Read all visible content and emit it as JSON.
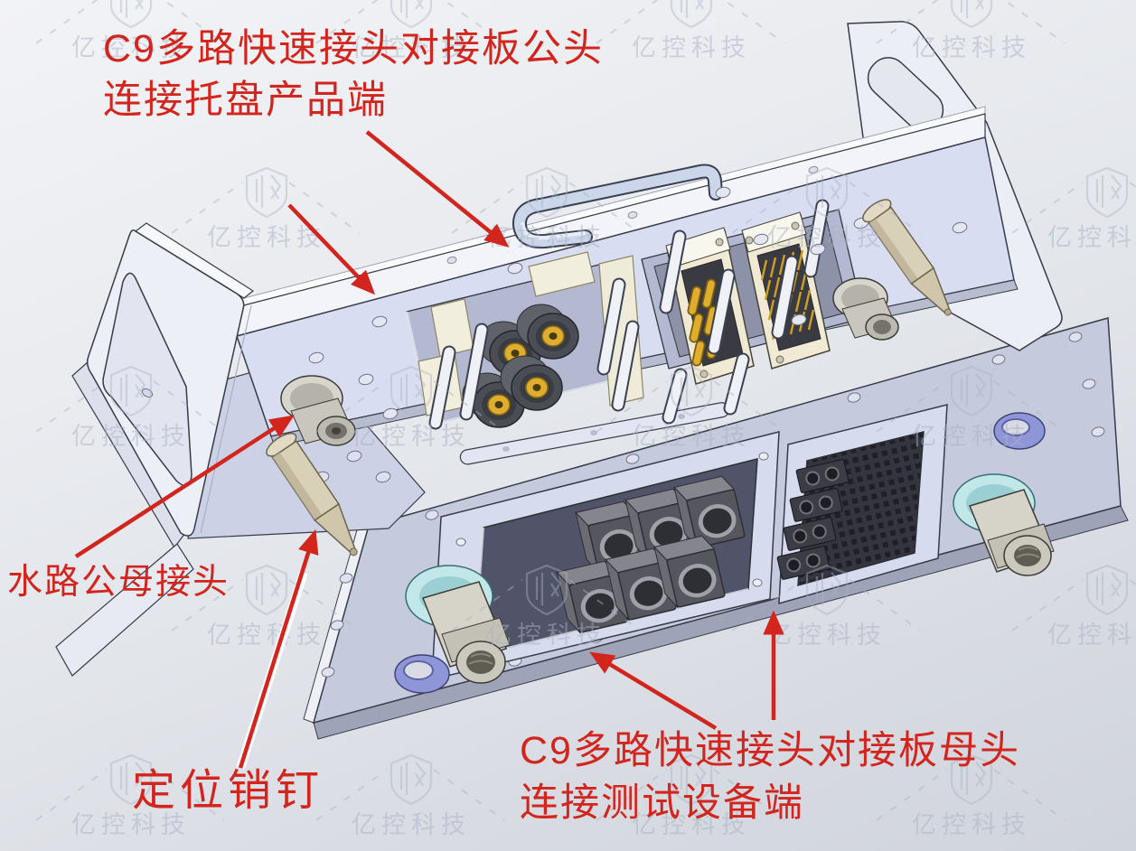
{
  "annotations": {
    "male_plate": {
      "line1": "C9多路快速接头对接板公头",
      "line2": "连接托盘产品端"
    },
    "water_connector": {
      "label": "水路公母接头"
    },
    "locating_pin": {
      "label": "定位销钉"
    },
    "female_plate": {
      "line1": "C9多路快速接头对接板母头",
      "line2": "连接测试设备端"
    }
  },
  "watermark": {
    "label": "亿控科技",
    "logo": "shield-logo"
  },
  "colors": {
    "annotation_red": "#d2251e",
    "upper_plate": "#d9ddf1",
    "edge_band": "#f3f4f9",
    "bracket": "#edeff7",
    "lower_plate": "#c6cadd",
    "frame": "#d7dbee",
    "block_gray": "#55565e",
    "cream_housing": "#f0ead4",
    "gold_pin": "#dfae2e",
    "pin_tan": "#d9d0b8",
    "teal_ring": "#c2e7e9",
    "blue_ring": "#8f96d8",
    "watermark_gray": "#aab2c4"
  }
}
